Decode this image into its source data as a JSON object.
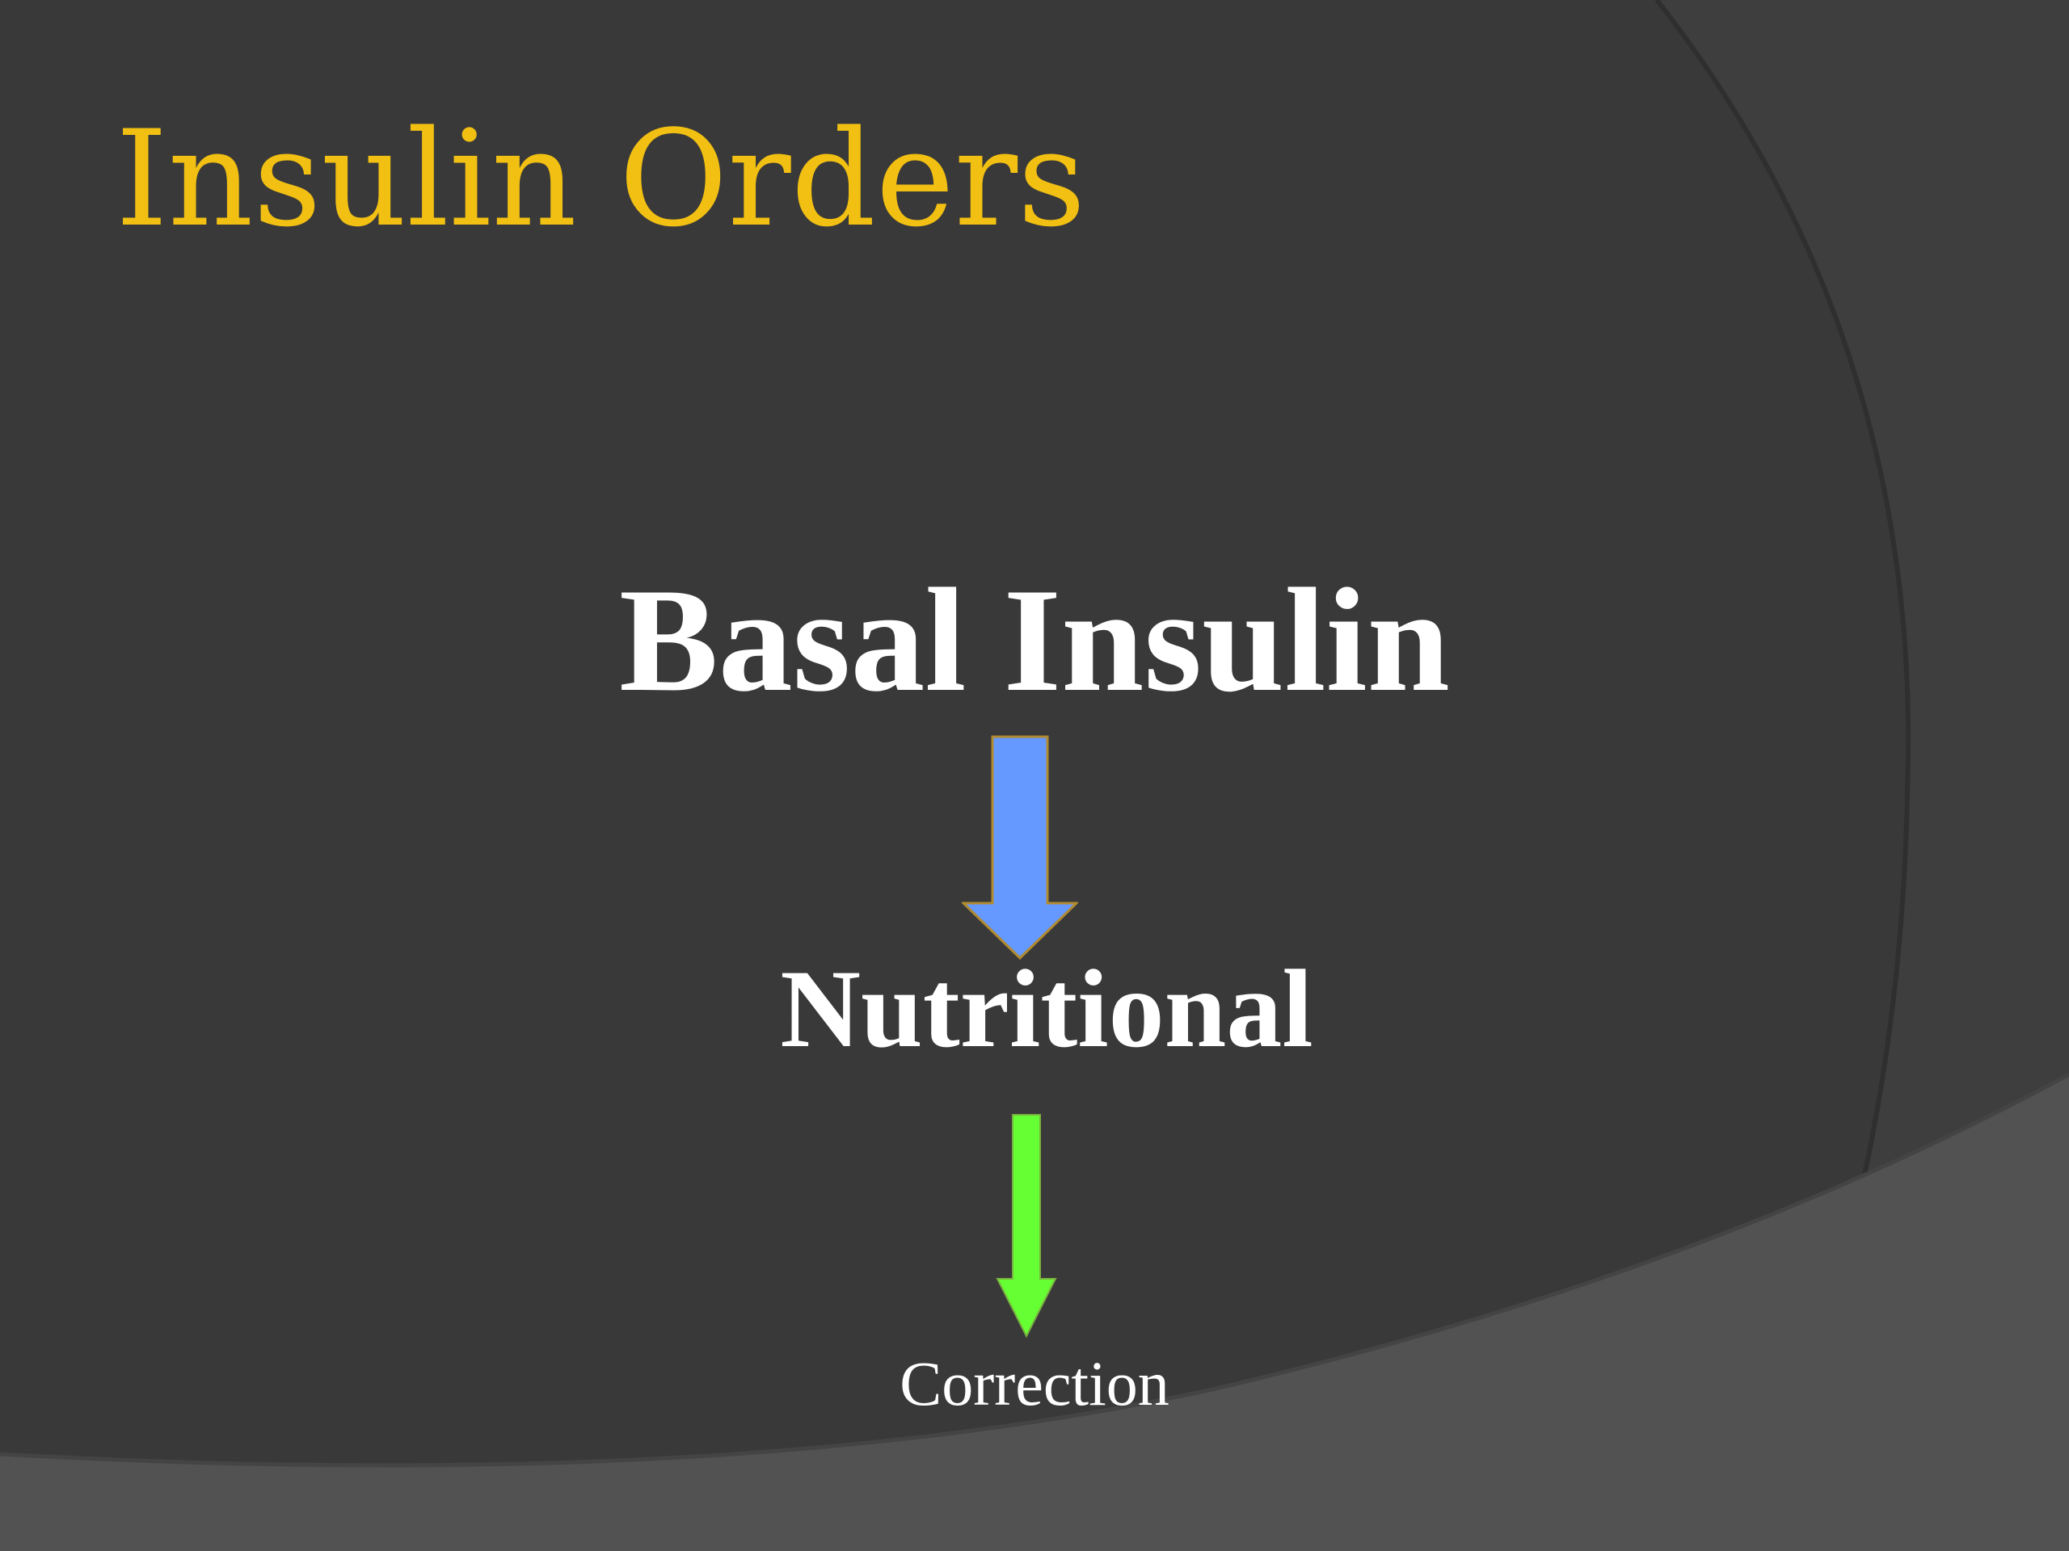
{
  "slide": {
    "title": "Insulin Orders",
    "colors": {
      "background": "#393939",
      "background_band": "#525252",
      "title": "#f2c012",
      "node_text": "#ffffff",
      "arrow_basal_to_nutritional": "#6699ff",
      "arrow_nutritional_to_correction": "#66ff33"
    }
  },
  "diagram": {
    "nodes": [
      {
        "label": "Basal Insulin"
      },
      {
        "label": "Nutritional"
      },
      {
        "label": "Correction"
      }
    ],
    "edges": [
      {
        "from": "Basal Insulin",
        "to": "Nutritional",
        "icon": "down-arrow-icon"
      },
      {
        "from": "Nutritional",
        "to": "Correction",
        "icon": "down-arrow-icon"
      }
    ]
  }
}
